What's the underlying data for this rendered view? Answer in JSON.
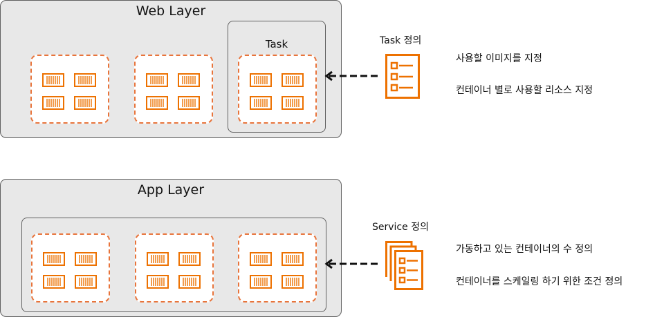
{
  "colors": {
    "accent": "#ed7100",
    "dash": "#e8743b",
    "layer_bg": "#e8e8e8",
    "border": "#5f5f5f"
  },
  "web_layer": {
    "title": "Web Layer",
    "task_box": {
      "title": "Task"
    },
    "groups": 3,
    "containers_per_group": 4
  },
  "app_layer": {
    "title": "App Layer",
    "groups": 3,
    "containers_per_group": 4
  },
  "task_definition": {
    "label": "Task 정의",
    "icon": "checklist-document-icon",
    "descriptions": [
      "사용할 이미지를 지정",
      "컨테이너 별로 사용할 리소스 지정"
    ]
  },
  "service_definition": {
    "label": "Service 정의",
    "icon": "stacked-checklist-documents-icon",
    "descriptions": [
      "가동하고 있는 컨테이너의 수 정의",
      "컨테이너를 스케일링 하기 위한 조건 정의"
    ]
  }
}
